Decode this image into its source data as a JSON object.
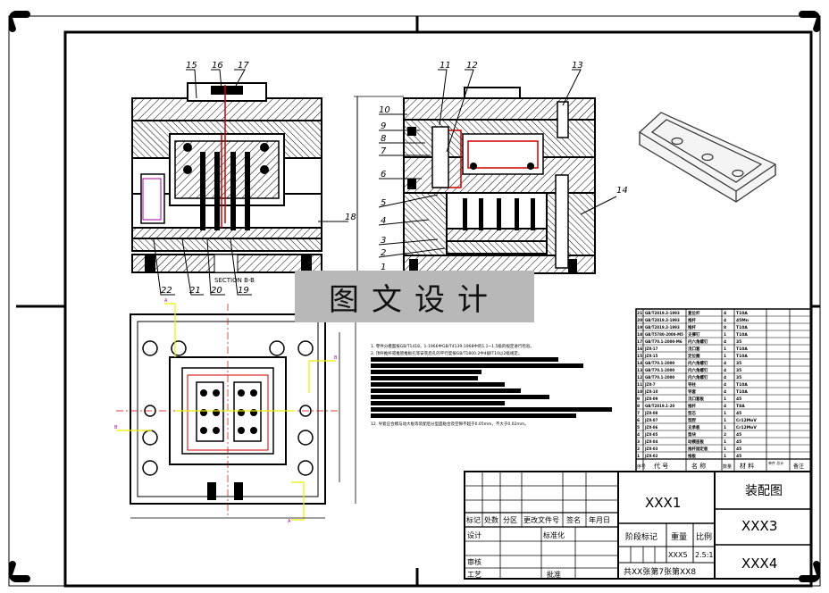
{
  "balloons": {
    "n15": "15",
    "n16": "16",
    "n17": "17",
    "n11": "11",
    "n12": "12",
    "n13": "13",
    "n10": "10",
    "n9": "9",
    "n8": "8",
    "n7": "7",
    "n6": "6",
    "n5": "5",
    "n4": "4",
    "n3": "3",
    "n2": "2",
    "n1": "1",
    "n14": "14",
    "n18": "18",
    "n22": "22",
    "n21": "21",
    "n20": "20",
    "n19": "19"
  },
  "section_label": "SECTION B-B",
  "watermark": "图文设计",
  "notes": {
    "line1": "1. 零件分模面按GB/T1418，1-1966中GB/T4139-1968中的1.1~1.5级的规定进行检验。",
    "line2": "2. 顶杆推杆或推管推板孔等安装后孔的平行度按GB/T1800.2中4级IT10以2级规定。",
    "line12": "12. 导套应合模与动大板等装配后分型面贴合及空隙不超于0.05mm，不大于0.02mm。"
  },
  "bom": {
    "rows": [
      {
        "no": "21",
        "std": "GB/T2819.3-1993",
        "name": "复位杆",
        "qty": "4",
        "mat": "T10A",
        "note": ""
      },
      {
        "no": "20",
        "std": "GB/T2819.3-1993",
        "name": "推杆",
        "qty": "4",
        "mat": "45Mn",
        "note": ""
      },
      {
        "no": "19",
        "std": "GB/T2819.3-1993",
        "name": "推杆",
        "qty": "8",
        "mat": "T10A",
        "note": ""
      },
      {
        "no": "18",
        "std": "GB/T5780-2000-M5",
        "name": "支撑钉",
        "qty": "1",
        "mat": "T10A",
        "note": ""
      },
      {
        "no": "17",
        "std": "GB/T70.1-2000-M6",
        "name": "内六角螺钉",
        "qty": "4",
        "mat": "35",
        "note": ""
      },
      {
        "no": "16",
        "std": "JZX-17",
        "name": "浇口套",
        "qty": "1",
        "mat": "T10A",
        "note": ""
      },
      {
        "no": "15",
        "std": "JZX-15",
        "name": "定位圈",
        "qty": "1",
        "mat": "T10A",
        "note": ""
      },
      {
        "no": "14",
        "std": "GB/T70.1-2000",
        "name": "内六角螺钉",
        "qty": "4",
        "mat": "35",
        "note": ""
      },
      {
        "no": "13",
        "std": "GB/T70.1-2000",
        "name": "内六角螺钉",
        "qty": "4",
        "mat": "35",
        "note": ""
      },
      {
        "no": "12",
        "std": "GB/T70.1-2000",
        "name": "内六角螺钉",
        "qty": "4",
        "mat": "35",
        "note": ""
      },
      {
        "no": "11",
        "std": "JZX-7",
        "name": "导柱",
        "qty": "4",
        "mat": "T10A",
        "note": ""
      },
      {
        "no": "10",
        "std": "JZX-10",
        "name": "导套",
        "qty": "4",
        "mat": "T10A",
        "note": ""
      },
      {
        "no": "9",
        "std": "JZX-09",
        "name": "浇口套板",
        "qty": "1",
        "mat": "45",
        "note": ""
      },
      {
        "no": "8",
        "std": "GB/T2819.1-20",
        "name": "推杆",
        "qty": "4",
        "mat": "T8A",
        "note": ""
      },
      {
        "no": "7",
        "std": "JZX-08",
        "name": "型芯",
        "qty": "1",
        "mat": "45",
        "note": ""
      },
      {
        "no": "6",
        "std": "JZX-07",
        "name": "型腔",
        "qty": "1",
        "mat": "Cr12MoV",
        "note": ""
      },
      {
        "no": "5",
        "std": "JZX-06",
        "name": "支承板",
        "qty": "1",
        "mat": "Cr12MoV",
        "note": ""
      },
      {
        "no": "4",
        "std": "JZX-05",
        "name": "垫块",
        "qty": "2",
        "mat": "45",
        "note": ""
      },
      {
        "no": "3",
        "std": "JZX-04",
        "name": "动模座板",
        "qty": "1",
        "mat": "45",
        "note": ""
      },
      {
        "no": "2",
        "std": "JZX-03",
        "name": "推杆固定板",
        "qty": "1",
        "mat": "45",
        "note": ""
      },
      {
        "no": "1",
        "std": "JZX-02",
        "name": "推板",
        "qty": "1",
        "mat": "45",
        "note": ""
      }
    ],
    "header": {
      "no": "序号",
      "code": "代 号",
      "name": "名 称",
      "qty": "数量",
      "mat": "材 料",
      "weight": "单件 总计",
      "note": "备注"
    }
  },
  "title_block": {
    "rev_labels": [
      "标记",
      "处数",
      "分区",
      "更改文件号",
      "签名",
      "年月日"
    ],
    "design": "设计",
    "standard": "标准化",
    "audit": "审核",
    "process": "工艺",
    "approve": "批准",
    "stage_label": "阶段标记",
    "weight_label": "重量",
    "scale_label": "比例",
    "weight_val": "XXX5",
    "scale_val": "2.5:1",
    "sheets": "共XX张第7张",
    "sheet_no": "第XX8",
    "company": "XXX1",
    "drawing_name": "装配图",
    "drawing_no": "XXX3",
    "extra": "XXX4"
  }
}
